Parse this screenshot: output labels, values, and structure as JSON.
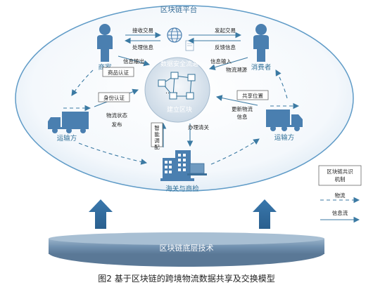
{
  "platform_title": "区块链平台",
  "actors": {
    "merchant": "商家",
    "consumer": "消费者",
    "carrier_left": "运输方",
    "carrier_right": "运输方",
    "customs": "海关与商检"
  },
  "center": {
    "top": "数据安全流通",
    "dots": "……",
    "bottom": "建立区块"
  },
  "edges": {
    "receive_trade": "接收交易",
    "process_info": "处理信息",
    "info_output": "信息输出",
    "initiate_trade": "发起交易",
    "feedback_info": "反馈信息",
    "info_input": "信息输入",
    "logistics_trace": "物流溯源",
    "identity_auth": "身份认证",
    "logistics_status": "物流状态",
    "publish": "发布",
    "shared_location": "共享位置",
    "update_logistics": "更新物流",
    "info": "信息",
    "smart_dispatch": "智能调配",
    "customs_clearance": "办理清关",
    "merchant_cert": "商品认证"
  },
  "legend": {
    "consensus": "区块链共识机制",
    "logistics_flow": "物流",
    "info_flow": "信息流"
  },
  "bottom_bar": "区块链底层技术",
  "caption": "图2  基于区块链的跨境物流数据共享及交换模型",
  "colors": {
    "accent": "#2f6f97",
    "line": "#3b7aa3",
    "bar": "#6f8fae",
    "icon": "#4a7fb0",
    "ellipse_stroke": "#5f9bc7"
  }
}
